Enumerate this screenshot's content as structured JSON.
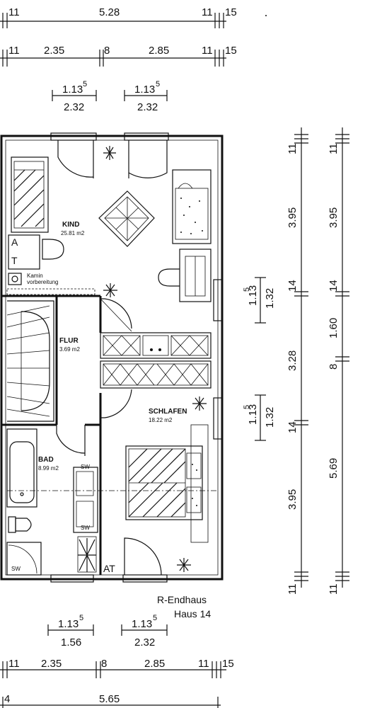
{
  "dimensions": {
    "top_row1": {
      "left": "11",
      "mid": "5.28",
      "right1": "11",
      "right2": "15"
    },
    "top_row2": {
      "left": "11",
      "a": "2.35",
      "b": "8",
      "c": "2.85",
      "right1": "11",
      "right2": "15"
    },
    "top_window_a": {
      "top": "1.13",
      "sup": "5",
      "bottom": "2.32"
    },
    "top_window_b": {
      "top": "1.13",
      "sup": "5",
      "bottom": "2.32"
    },
    "right_col1": {
      "top": "11",
      "seg1": "3.95",
      "mid": "14",
      "seg2": "3.28",
      "mid2": "14",
      "seg3": "3.95",
      "bottom": "11"
    },
    "right_col2": {
      "top": "11",
      "seg1": "3.95",
      "mid": "14",
      "seg2": "1.60",
      "mid2": "8",
      "seg3": "5.69",
      "bottom": "11"
    },
    "side_window_a": {
      "top": "1.13",
      "sup": "5",
      "bottom": "1.32"
    },
    "side_window_b": {
      "top": "1.13",
      "sup": "5",
      "bottom": "1.32"
    },
    "bottom_window_a": {
      "top": "1.13",
      "sup": "5",
      "bottom": "1.56"
    },
    "bottom_window_b": {
      "top": "1.13",
      "sup": "5",
      "bottom": "2.32"
    },
    "bottom_row1": {
      "left": "11",
      "a": "2.35",
      "b": "8",
      "c": "2.85",
      "right1": "11",
      "right2": "15"
    },
    "bottom_row2": {
      "left": "4",
      "mid": "5.65"
    }
  },
  "rooms": {
    "kind": {
      "name": "KIND",
      "area": "25.81 m2"
    },
    "flur": {
      "name": "FLUR",
      "area": "3.69 m2"
    },
    "bad": {
      "name": "BAD",
      "area": "8.99 m2"
    },
    "schlafen": {
      "name": "SCHLAFEN",
      "area": "18.22 m2"
    }
  },
  "labels": {
    "kamin": "Kamin",
    "kamin2": "vorbereitung",
    "at1": "A",
    "at2": "T",
    "at_bottom": "AT",
    "sw": "SW",
    "house_line1": "R-Endhaus",
    "house_line2": "Haus 14"
  }
}
